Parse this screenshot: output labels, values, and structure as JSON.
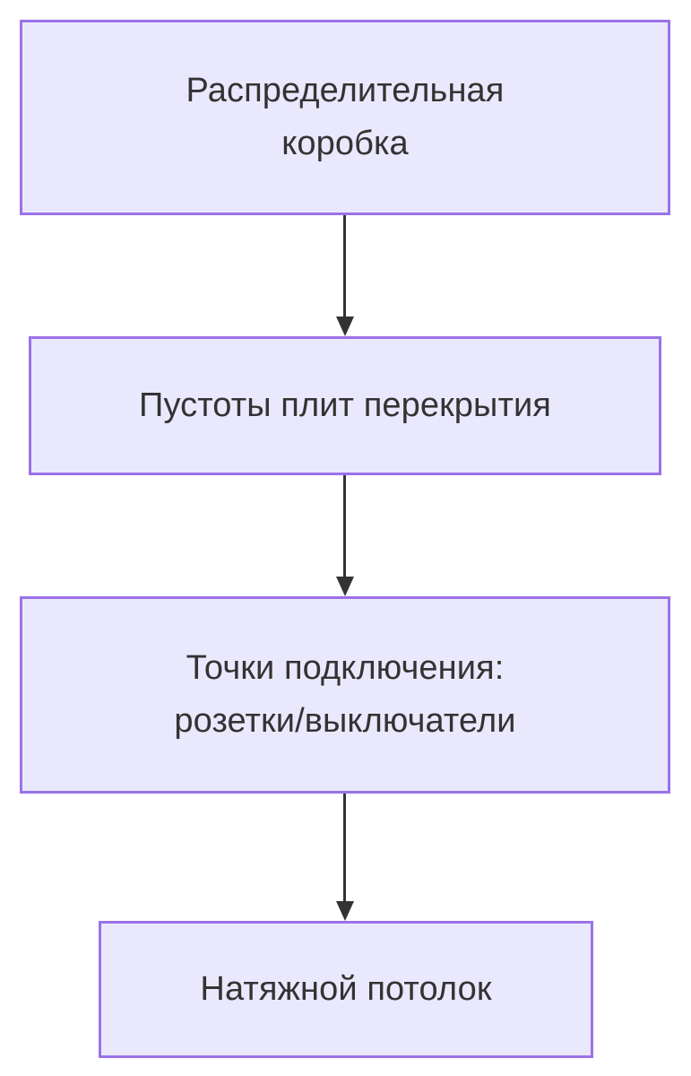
{
  "diagram": {
    "type": "flowchart",
    "orientation": "top-to-bottom",
    "colors": {
      "node_fill": "#eae8fd",
      "node_border": "#9b72e8",
      "node_text": "#333333",
      "edge": "#333333",
      "background": "#ffffff"
    },
    "nodes": [
      {
        "id": "n1",
        "label": "Распределительная\nкоробка"
      },
      {
        "id": "n2",
        "label": "Пустоты плит перекрытия"
      },
      {
        "id": "n3",
        "label": "Точки подключения:\nрозетки/выключатели"
      },
      {
        "id": "n4",
        "label": "Натяжной потолок"
      }
    ],
    "edges": [
      {
        "id": "e1",
        "from": "n1",
        "to": "n2",
        "label": "",
        "arrow": "arrow-down-icon"
      },
      {
        "id": "e2",
        "from": "n2",
        "to": "n3",
        "label": "",
        "arrow": "arrow-down-icon"
      },
      {
        "id": "e3",
        "from": "n3",
        "to": "n4",
        "label": "",
        "arrow": "arrow-down-icon"
      }
    ]
  }
}
